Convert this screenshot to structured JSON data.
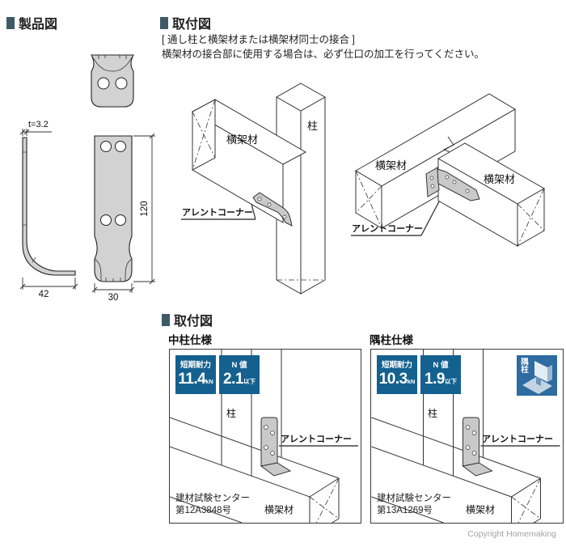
{
  "header_product": {
    "title": "製品図"
  },
  "header_install": {
    "title": "取付図",
    "bracket_note": "[ 通し柱と横架材または横架材同士の接合 ]",
    "caution": "横架材の接合部に使用する場合は、必ず仕口の加工を行ってください。"
  },
  "header_install2": {
    "title": "取付図"
  },
  "product_drawing": {
    "thickness": "t=3.2",
    "width": "42",
    "height": "120",
    "depth": "30"
  },
  "diagram_a": {
    "post_label": "柱",
    "beam_label": "横架材",
    "bracket_label": "アレントコーナー"
  },
  "diagram_b": {
    "beam_left_label": "横架材",
    "beam_right_label": "横架材",
    "bracket_label": "アレントコーナー"
  },
  "panels": [
    {
      "title": "中柱仕様",
      "badges": [
        {
          "label": "短期耐力",
          "value": "11.4",
          "unit": "kN"
        },
        {
          "label": "N 値",
          "value": "2.1",
          "unit": "以下"
        }
      ],
      "post_label": "柱",
      "bracket_label": "アレントコーナー",
      "cert_line1": "建材試験センター",
      "cert_line2": "第12A3848号",
      "beam_label": "横架材"
    },
    {
      "title": "隅柱仕様",
      "badges": [
        {
          "label": "短期耐力",
          "value": "10.3",
          "unit": "kN"
        },
        {
          "label": "N 値",
          "value": "1.9",
          "unit": "以下"
        }
      ],
      "corner_badge_label": "隅柱",
      "post_label": "柱",
      "bracket_label": "アレントコーナー",
      "cert_line1": "建材試験センター",
      "cert_line2": "第13A1269号",
      "beam_label": "横架材"
    }
  ],
  "footer": {
    "copyright": "Copyright Homemaking"
  },
  "colors": {
    "badge_blue": "#14618f",
    "header_mark": "#3e5a68",
    "metal_gray": "#d2d2d2"
  }
}
